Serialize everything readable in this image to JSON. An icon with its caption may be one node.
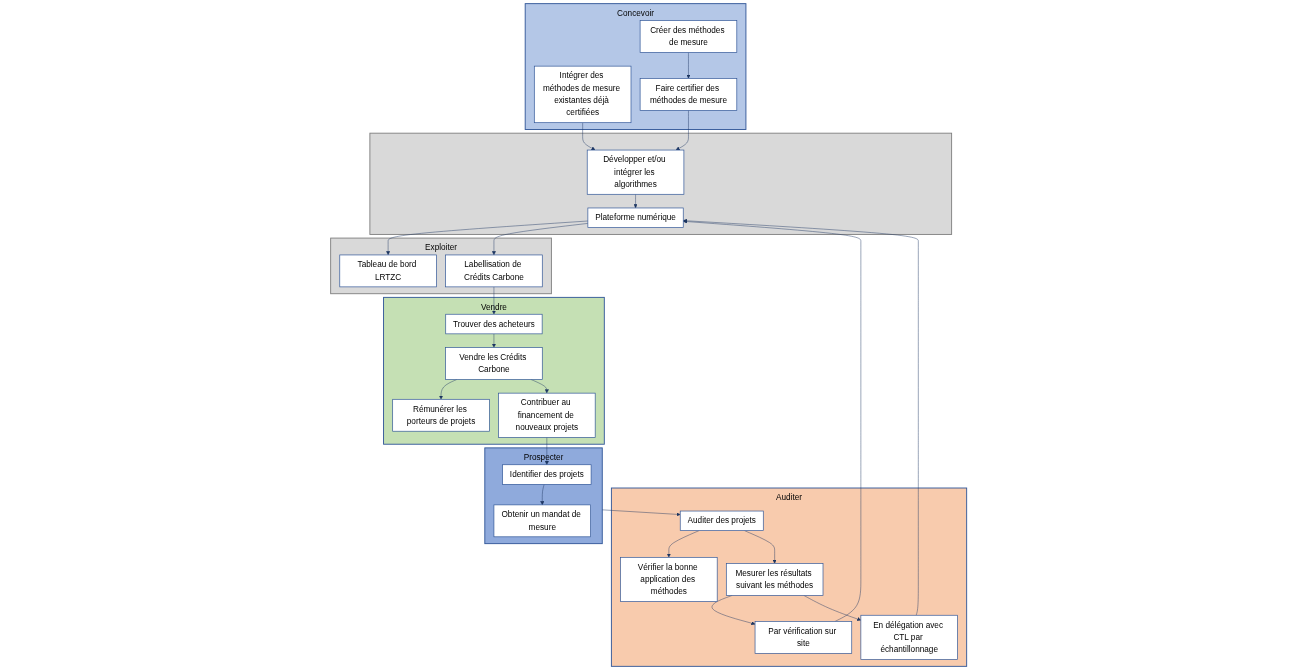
{
  "diagram": {
    "nodes": [
      {
        "text": [
          "Concevoir"
        ]
      },
      {
        "text": [
          "Intégrer des méthodes de mesure existantes déjà certifiées"
        ],
        "in": 0
      },
      {
        "text": [
          "Créer des méthodes de mesure"
        ],
        "in": 0
      },
      {
        "text": [
          "Faire certifier des méthodes de mesure"
        ],
        "in": 0
      },
      {
        "text": [],
        "shape": "box"
      },
      {
        "text": [
          "Développer et/ou intégrer les algorithmes"
        ],
        "in": 4
      },
      {
        "text": [
          "Plateforme numérique"
        ],
        "in": 4
      },
      {
        "text": [
          "Exploiter"
        ]
      },
      {
        "text": [
          "Tableau de bord LRTZC"
        ],
        "in": 7
      },
      {
        "text": [
          "Labellisation de Crédits Carbone"
        ],
        "in": 7
      },
      {
        "text": [
          "Prospecter"
        ]
      },
      {
        "text": [
          "Identifier des projets"
        ],
        "in": 10
      },
      {
        "text": [
          "Obtenir un mandat de mesure"
        ],
        "in": 10
      },
      {
        "text": [
          "Auditer"
        ]
      },
      {
        "text": [
          "Auditer des projets"
        ],
        "in": 13
      },
      {
        "text": [
          "Vérifier la bonne application des méthodes"
        ],
        "in": 13
      },
      {
        "text": [
          "Mesurer les résultats suivant les méthodes"
        ],
        "in": 13
      },
      {
        "text": [
          "Par vérification sur site"
        ],
        "in": 13
      },
      {
        "text": [
          "En délégation avec CTL par échantillonnage"
        ],
        "in": 13
      },
      {
        "text": [
          "Vendre"
        ]
      },
      {
        "text": [
          "Trouver des acheteurs"
        ],
        "in": 19
      },
      {
        "text": [
          "Vendre les Crédits Carbone"
        ],
        "in": 19
      },
      {
        "text": [
          "Rémunérer les porteurs de projets"
        ],
        "in": 19
      },
      {
        "text": [
          "Contribuer au financement de nouveaux projets"
        ],
        "in": 19
      }
    ],
    "edges": [
      {
        "from": 1,
        "to": 5,
        "arrow": "to"
      },
      {
        "from": 3,
        "to": 5,
        "arrow": "to"
      },
      {
        "from": 2,
        "to": 3,
        "arrow": "to"
      },
      {
        "from": 5,
        "to": 6,
        "arrow": "to"
      },
      {
        "from": 6,
        "to": 8,
        "arrow": "to"
      },
      {
        "from": 6,
        "to": 9,
        "arrow": "to"
      },
      {
        "from": 11,
        "to": 12,
        "arrow": "to"
      },
      {
        "from": 10,
        "to": 14,
        "arrow": "to"
      },
      {
        "from": 14,
        "to": 15,
        "arrow": "to"
      },
      {
        "from": 14,
        "to": 16,
        "arrow": "to"
      },
      {
        "from": 16,
        "to": 17,
        "arrow": "to"
      },
      {
        "from": 16,
        "to": 18,
        "arrow": "to"
      },
      {
        "from": 17,
        "to": 6,
        "arrow": "to"
      },
      {
        "from": 18,
        "to": 6,
        "arrow": "to"
      },
      {
        "from": 9,
        "to": 20,
        "arrow": "to"
      },
      {
        "from": 20,
        "to": 21,
        "arrow": "to"
      },
      {
        "from": 21,
        "to": 22,
        "arrow": "to"
      },
      {
        "from": 21,
        "to": 23,
        "arrow": "to"
      },
      {
        "from": 23,
        "to": 11,
        "arrow": "to"
      }
    ]
  }
}
